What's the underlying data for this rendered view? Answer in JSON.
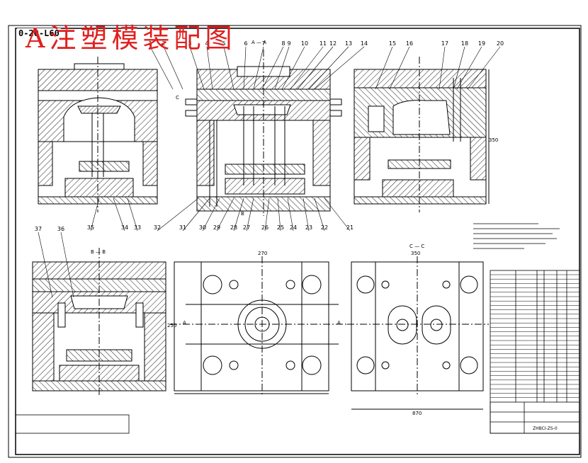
{
  "drawing": {
    "code": "0-20-L60",
    "title": "A注塑模装配图",
    "callouts_top": [
      "1",
      "2",
      "3",
      "4",
      "5",
      "6",
      "7",
      "8",
      "9",
      "10",
      "11",
      "12",
      "13",
      "14",
      "15",
      "16",
      "17",
      "18",
      "19",
      "20"
    ],
    "callouts_bottom": [
      "35",
      "34",
      "33",
      "32",
      "31",
      "30",
      "29",
      "28",
      "27",
      "26",
      "25",
      "24",
      "23",
      "22",
      "21"
    ],
    "callouts_left_lower": [
      "37",
      "36"
    ],
    "section_labels": {
      "aa": "A — A",
      "bb": "B — B",
      "cc": "C — C",
      "a": "A",
      "b": "B",
      "c": "C"
    },
    "dimensions": {
      "plan_width": "270",
      "plan_height": "250",
      "plan2_width": "350",
      "overall_width": "870",
      "side_height": "350"
    },
    "title_block": {
      "code": "ZHBCI-ZS-0"
    }
  }
}
